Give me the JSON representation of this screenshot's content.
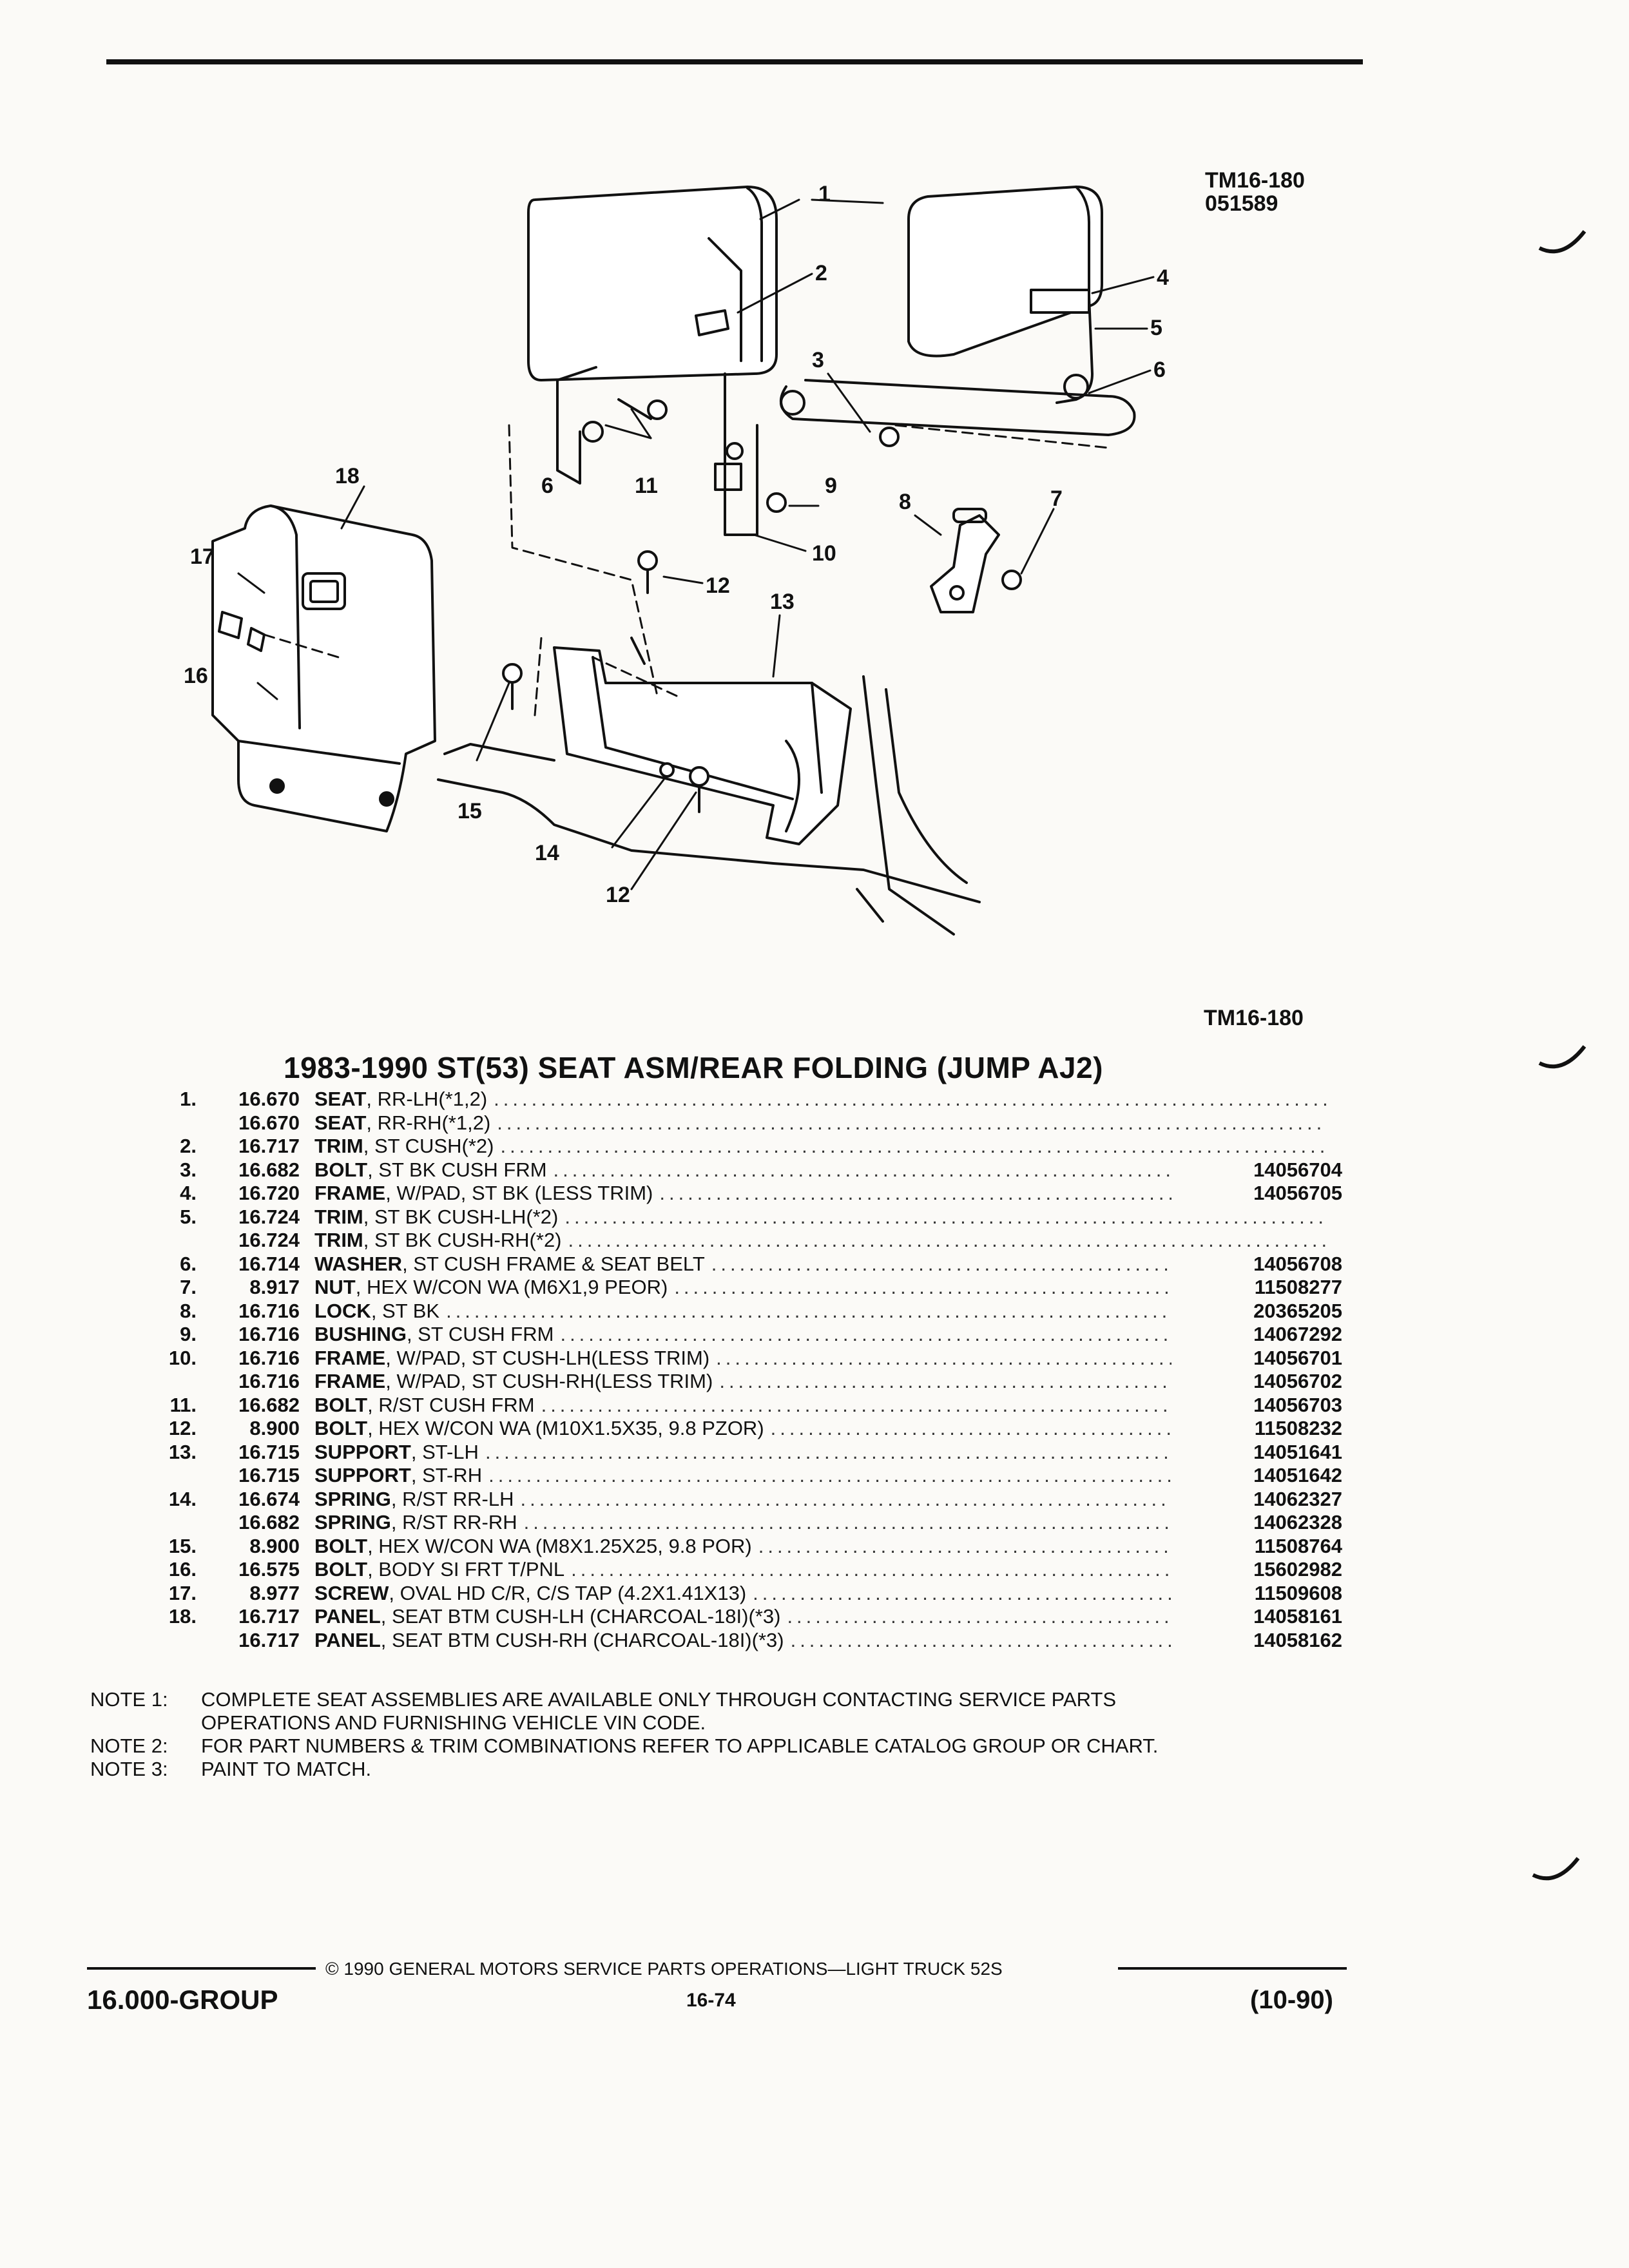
{
  "figure": {
    "code_top": "TM16-180",
    "date_code": "051589",
    "code_bottom": "TM16-180",
    "callouts": [
      "1",
      "2",
      "3",
      "4",
      "5",
      "6",
      "6",
      "7",
      "8",
      "9",
      "10",
      "11",
      "12",
      "12",
      "13",
      "14",
      "15",
      "16",
      "17",
      "18"
    ]
  },
  "title": "1983-1990 ST(53) SEAT ASM/REAR FOLDING (JUMP AJ2)",
  "parts": [
    {
      "num": "1.",
      "group": "16.670",
      "name": "SEAT",
      "desc": ", RR-LH(*1,2)",
      "part": ""
    },
    {
      "num": "",
      "group": "16.670",
      "name": "SEAT",
      "desc": ", RR-RH(*1,2)",
      "part": ""
    },
    {
      "num": "2.",
      "group": "16.717",
      "name": "TRIM",
      "desc": ", ST CUSH(*2)",
      "part": ""
    },
    {
      "num": "3.",
      "group": "16.682",
      "name": "BOLT",
      "desc": ", ST BK CUSH FRM",
      "part": "14056704"
    },
    {
      "num": "4.",
      "group": "16.720",
      "name": "FRAME",
      "desc": ", W/PAD, ST BK (LESS TRIM)",
      "part": "14056705"
    },
    {
      "num": "5.",
      "group": "16.724",
      "name": "TRIM",
      "desc": ", ST BK CUSH-LH(*2)",
      "part": ""
    },
    {
      "num": "",
      "group": "16.724",
      "name": "TRIM",
      "desc": ", ST BK CUSH-RH(*2)",
      "part": ""
    },
    {
      "num": "6.",
      "group": "16.714",
      "name": "WASHER",
      "desc": ", ST CUSH FRAME & SEAT BELT",
      "part": "14056708"
    },
    {
      "num": "7.",
      "group": "8.917",
      "name": "NUT",
      "desc": ", HEX W/CON WA (M6X1,9 PEOR)",
      "part": "11508277"
    },
    {
      "num": "8.",
      "group": "16.716",
      "name": "LOCK",
      "desc": ", ST BK",
      "part": "20365205"
    },
    {
      "num": "9.",
      "group": "16.716",
      "name": "BUSHING",
      "desc": ", ST CUSH FRM",
      "part": "14067292"
    },
    {
      "num": "10.",
      "group": "16.716",
      "name": "FRAME",
      "desc": ", W/PAD, ST CUSH-LH(LESS TRIM)",
      "part": "14056701"
    },
    {
      "num": "",
      "group": "16.716",
      "name": "FRAME",
      "desc": ", W/PAD, ST CUSH-RH(LESS TRIM)",
      "part": "14056702"
    },
    {
      "num": "11.",
      "group": "16.682",
      "name": "BOLT",
      "desc": ", R/ST CUSH FRM",
      "part": "14056703"
    },
    {
      "num": "12.",
      "group": "8.900",
      "name": "BOLT",
      "desc": ", HEX W/CON WA (M10X1.5X35, 9.8 PZOR)",
      "part": "11508232"
    },
    {
      "num": "13.",
      "group": "16.715",
      "name": "SUPPORT",
      "desc": ", ST-LH",
      "part": "14051641"
    },
    {
      "num": "",
      "group": "16.715",
      "name": "SUPPORT",
      "desc": ", ST-RH",
      "part": "14051642"
    },
    {
      "num": "14.",
      "group": "16.674",
      "name": "SPRING",
      "desc": ", R/ST RR-LH",
      "part": "14062327"
    },
    {
      "num": "",
      "group": "16.682",
      "name": "SPRING",
      "desc": ", R/ST RR-RH",
      "part": "14062328"
    },
    {
      "num": "15.",
      "group": "8.900",
      "name": "BOLT",
      "desc": ", HEX W/CON WA (M8X1.25X25, 9.8 POR)",
      "part": "11508764"
    },
    {
      "num": "16.",
      "group": "16.575",
      "name": "BOLT",
      "desc": ", BODY SI FRT T/PNL",
      "part": "15602982"
    },
    {
      "num": "17.",
      "group": "8.977",
      "name": "SCREW",
      "desc": ", OVAL HD C/R, C/S TAP (4.2X1.41X13)",
      "part": "11509608"
    },
    {
      "num": "18.",
      "group": "16.717",
      "name": "PANEL",
      "desc": ", SEAT BTM CUSH-LH (CHARCOAL-18I)(*3)",
      "part": "14058161"
    },
    {
      "num": "",
      "group": "16.717",
      "name": "PANEL",
      "desc": ", SEAT BTM CUSH-RH (CHARCOAL-18I)(*3)",
      "part": "14058162"
    }
  ],
  "notes": [
    {
      "label": "NOTE  1:",
      "lines": [
        "COMPLETE SEAT ASSEMBLIES ARE AVAILABLE ONLY THROUGH CONTACTING SERVICE PARTS",
        "OPERATIONS AND FURNISHING VEHICLE VIN CODE."
      ]
    },
    {
      "label": "NOTE  2:",
      "lines": [
        "FOR PART NUMBERS & TRIM COMBINATIONS REFER TO APPLICABLE CATALOG GROUP OR CHART."
      ]
    },
    {
      "label": "NOTE  3:",
      "lines": [
        "PAINT TO MATCH."
      ]
    }
  ],
  "footer": {
    "copyright": "© 1990 GENERAL MOTORS SERVICE PARTS OPERATIONS—LIGHT TRUCK 52S",
    "group": "16.000-GROUP",
    "page": "16-74",
    "date": "(10-90)"
  }
}
